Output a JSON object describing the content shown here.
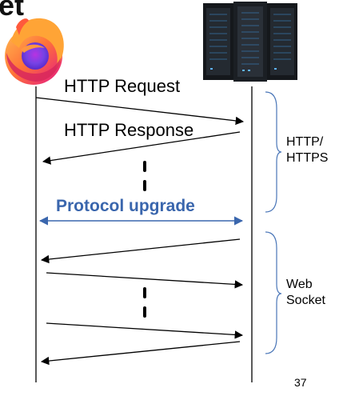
{
  "slide": {
    "title_fragment": "et",
    "page_number": "37"
  },
  "diagram": {
    "client_icon": "firefox-browser-icon",
    "server_icon": "server-rack-icon",
    "messages": {
      "http_request": "HTTP Request",
      "http_response": "HTTP Response",
      "protocol_upgrade": "Protocol upgrade"
    },
    "phases": {
      "http": "HTTP/\nHTTPS",
      "websocket": "Web\nSocket"
    },
    "colors": {
      "upgrade_accent": "#3a66ad",
      "firefox_orange": "#ff7139",
      "firefox_purple": "#7542e5",
      "bracket": "#4a76b8"
    }
  }
}
